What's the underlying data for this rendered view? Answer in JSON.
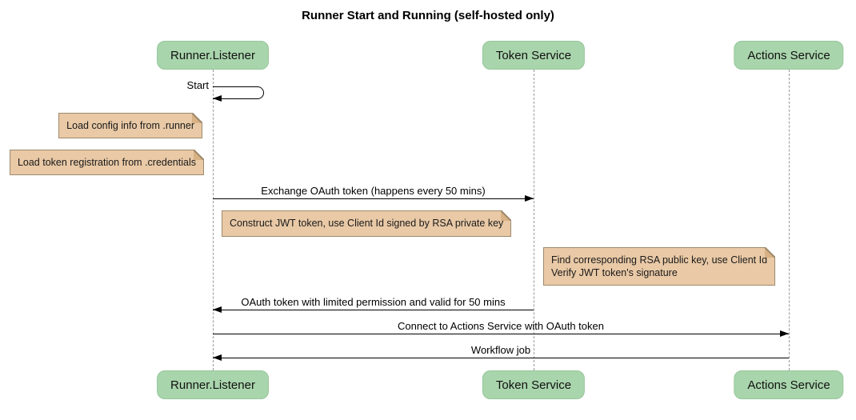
{
  "title": "Runner Start and Running (self-hosted only)",
  "actors": {
    "runner_listener": "Runner.Listener",
    "token_service": "Token Service",
    "actions_service": "Actions Service"
  },
  "messages": {
    "start": "Start",
    "exchange_oauth": "Exchange OAuth token (happens every 50 mins)",
    "oauth_return": "OAuth token with limited permission and valid for 50 mins",
    "connect": "Connect to Actions Service with OAuth token",
    "workflow_job": "Workflow job"
  },
  "notes": {
    "load_config": "Load config info from .runner",
    "load_credentials": "Load token registration from .credentials",
    "construct_jwt": "Construct JWT token, use Client Id signed by RSA private key",
    "verify_line1": "Find corresponding RSA public key, use Client Id",
    "verify_line2": "Verify JWT token's signature"
  },
  "colors": {
    "actor_fill": "#a9d5ac",
    "actor_border": "#97c69b",
    "note_fill": "#e9c9a6",
    "note_border": "#9e8a6d",
    "note_fold": "#d8b184",
    "lifeline": "#999999",
    "arrow": "#000000"
  }
}
